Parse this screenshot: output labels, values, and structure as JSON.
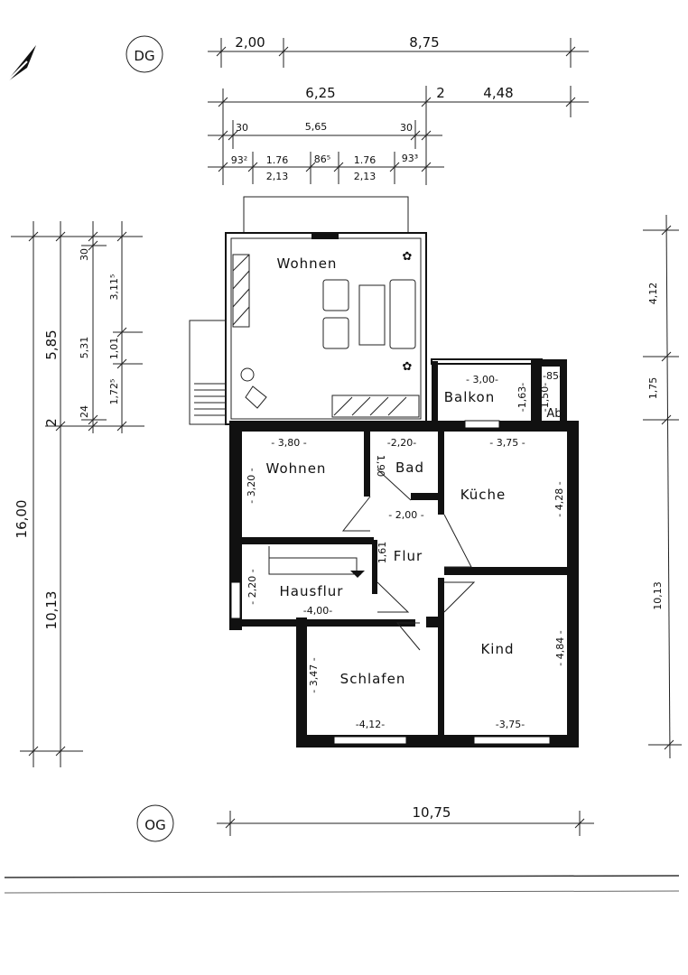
{
  "labels": {
    "floor_top": "DG",
    "floor_bottom": "OG"
  },
  "rooms": {
    "wohnen_dg": "Wohnen",
    "balkon": "Balkon",
    "abstell": "Ab.",
    "wohnen": "Wohnen",
    "bad": "Bad",
    "kueche": "Küche",
    "flur": "Flur",
    "hausflur": "Hausflur",
    "schlafen": "Schlafen",
    "kind": "Kind"
  },
  "room_dims": {
    "balkon_w": "- 3,00-",
    "balkon_h": "-1,63-",
    "ab_w": "-85-",
    "ab_h": "-1,50-",
    "wohnen_w": "- 3,80 -",
    "wohnen_h": "- 3,20 -",
    "bad_w": "-2,20-",
    "bad_h": "1,90",
    "kueche_w": "- 3,75 -",
    "kueche_h": "- 4,28 -",
    "flur_w": "- 2,00 -",
    "flur_h": "1,61",
    "hausflur_w": "-4,00-",
    "hausflur_h": "- 2,20 -",
    "schlafen_w": "-4,12-",
    "schlafen_h": "- 3,47 -",
    "kind_w": "-3,75-",
    "kind_h": "- 4,84 -"
  },
  "top_dims": {
    "row1": [
      "2,00",
      "8,75"
    ],
    "row2": [
      "6,25",
      "2",
      "4,48"
    ],
    "row3": [
      "30",
      "5,65",
      "30"
    ],
    "row4_top": [
      "93²",
      "1.76",
      "86⁵",
      "1.76",
      "93³"
    ],
    "row4_bottom": [
      "2,13",
      "2,13"
    ]
  },
  "left_dims": {
    "total": "16,00",
    "upper": "5,85",
    "gap": "2",
    "lower": "10,13",
    "inner": [
      "30",
      "5,31",
      "24"
    ],
    "window": [
      "3,11⁵",
      "1,01",
      "1,72⁵"
    ]
  },
  "right_dims": [
    "4,12",
    "1,75",
    "10,13"
  ],
  "bottom_dim": "10,75"
}
